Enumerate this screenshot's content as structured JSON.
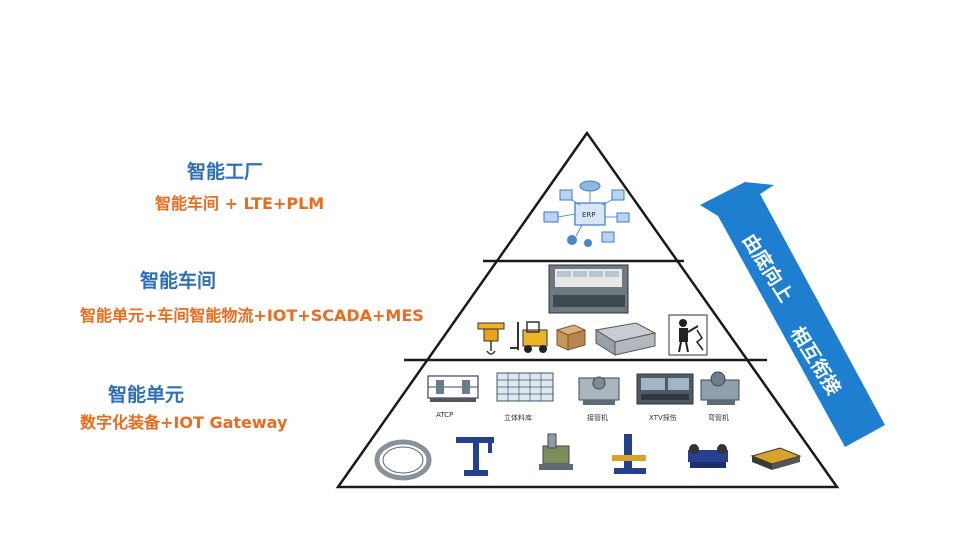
{
  "levels": {
    "factory": {
      "title": "智能工厂",
      "subtitle": "智能车间 + LTE+PLM"
    },
    "workshop": {
      "title": "智能车间",
      "subtitle": "智能单元+车间智能物流+IOT+SCADA+MES"
    },
    "unit": {
      "title": "智能单元",
      "subtitle": "数字化装备+IOT Gateway"
    }
  },
  "equipment_labels": {
    "atcp": "ATCP",
    "warehouse": "立体料库",
    "pipe_joint": "接管机",
    "xtv": "XTV探伤",
    "bender": "弯管机",
    "erp": "ERP"
  },
  "arrow": {
    "line1": "由底向上",
    "line2": "相互衔接",
    "color": "#1e7fd0"
  },
  "colors": {
    "title_blue": "#2e6fb5",
    "subtitle_orange": "#ec6b1e",
    "pyramid_stroke": "#1a1a1a"
  },
  "icons": [
    "network-icon",
    "control-room-icon",
    "hoist-icon",
    "forklift-icon",
    "box-icon",
    "machine-icon",
    "worker-icon",
    "ring-icon",
    "welding-arm-icon",
    "bender-icon"
  ]
}
